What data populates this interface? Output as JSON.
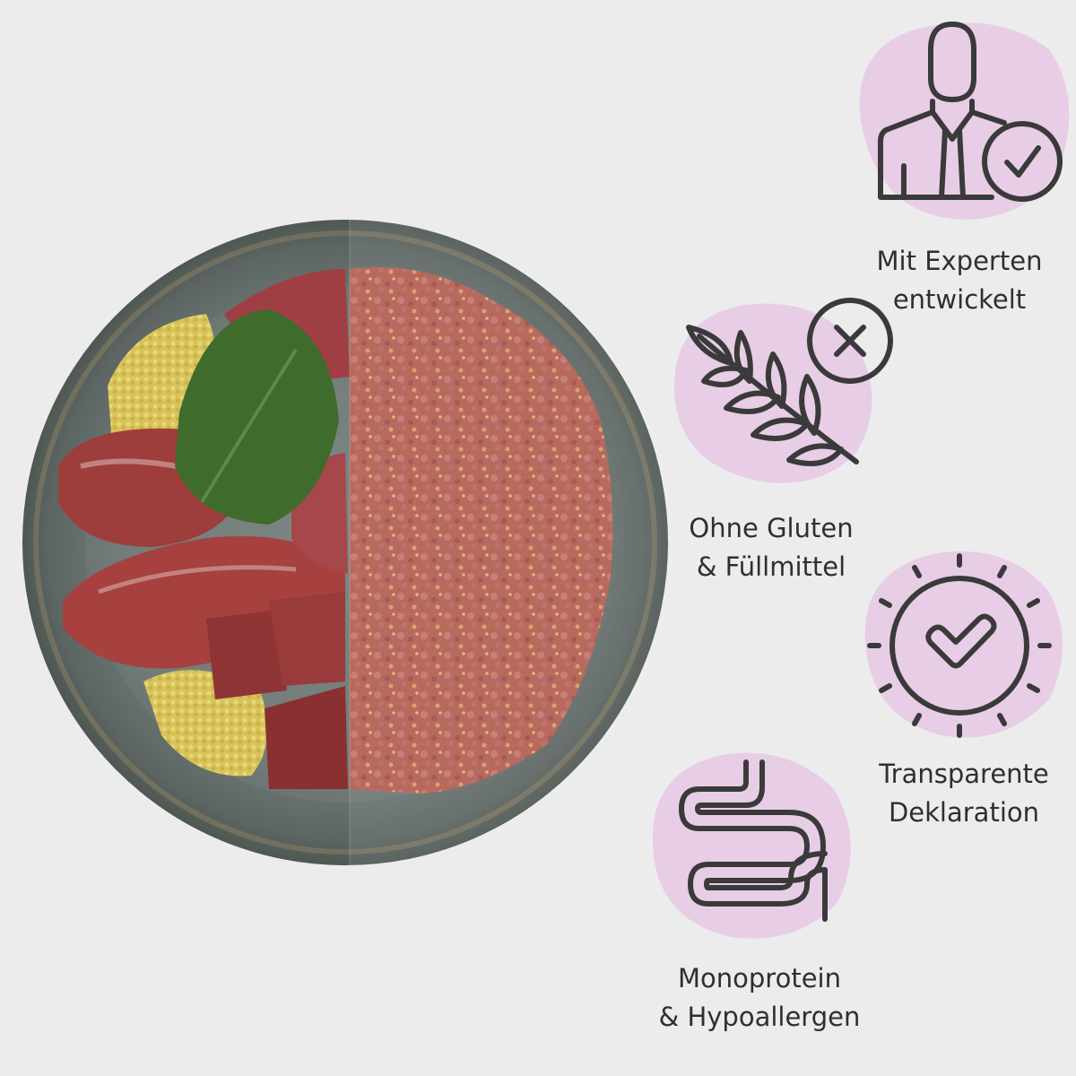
{
  "colors": {
    "background": "#ececec",
    "blob": "#e8cde6",
    "icon_stroke": "#3a3a3a",
    "text": "#2f2f2f"
  },
  "photo": {
    "name": "plate-with-raw-ingredients-and-wet-food",
    "left_half": "raw meat, spinach leaf, millet",
    "right_half": "prepared wet food"
  },
  "features": [
    {
      "icon": "expert-person-check-icon",
      "line1": "Mit Experten",
      "line2": "entwickelt"
    },
    {
      "icon": "grain-crossed-icon",
      "line1": "Ohne Gluten",
      "line2": "& Füllmittel"
    },
    {
      "icon": "sun-check-icon",
      "line1": "Transparente",
      "line2": "Deklaration"
    },
    {
      "icon": "intestine-icon",
      "line1": "Monoprotein",
      "line2": "& Hypoallergen"
    }
  ]
}
